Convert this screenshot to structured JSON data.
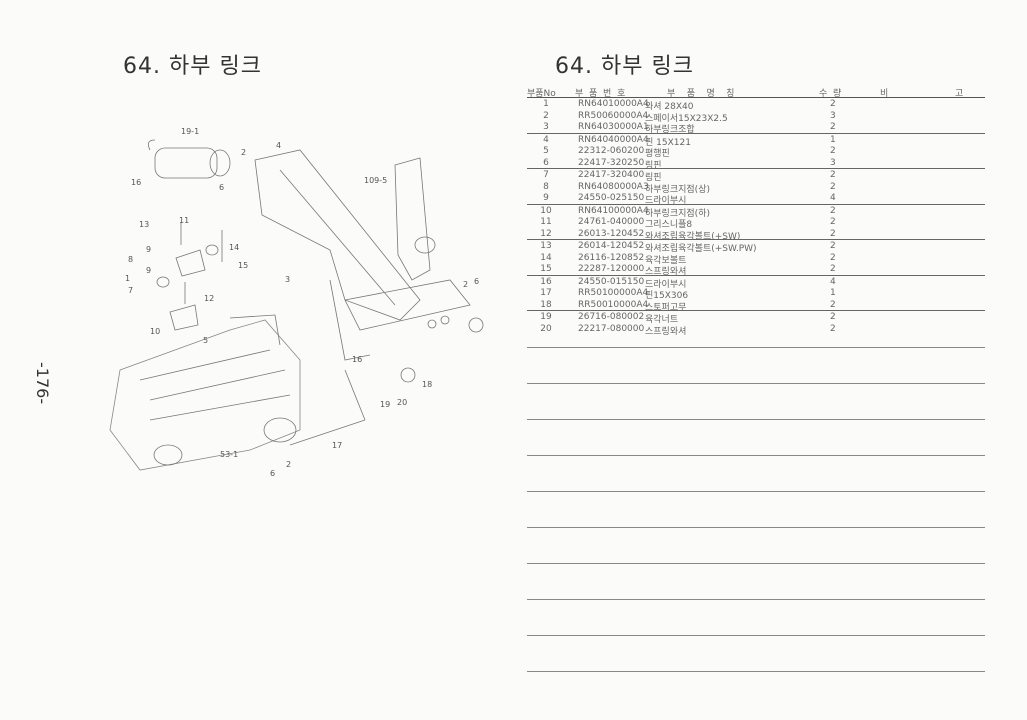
{
  "left_title": "64. 하부 링크",
  "right_title": "64. 하부 링크",
  "page_number": "-176-",
  "table": {
    "headers": [
      "부품No",
      "부  품  번  호",
      "부    품    명    칭",
      "수  량",
      "비",
      "고"
    ],
    "rows": [
      {
        "no": "1",
        "part": "RN64010000A4",
        "name": "와셔 28X40",
        "qty": "2"
      },
      {
        "no": "2",
        "part": "RR50060000A4",
        "name": "스페이서15X23X2.5",
        "qty": "3"
      },
      {
        "no": "3",
        "part": "RN64030000A1",
        "name": "하부링크조합",
        "qty": "2"
      },
      {
        "no": "4",
        "part": "RN64040000A4",
        "name": "핀 15X121",
        "qty": "1"
      },
      {
        "no": "5",
        "part": "22312-060200",
        "name": "평행핀",
        "qty": "2"
      },
      {
        "no": "6",
        "part": "22417-320250",
        "name": "링핀",
        "qty": "3"
      },
      {
        "no": "7",
        "part": "22417-320400",
        "name": "링핀",
        "qty": "2"
      },
      {
        "no": "8",
        "part": "RN64080000A3",
        "name": "하부링크지점(상)",
        "qty": "2"
      },
      {
        "no": "9",
        "part": "24550-025150",
        "name": "드라이부시",
        "qty": "4"
      },
      {
        "no": "10",
        "part": "RN64100000A4",
        "name": "하부링크지점(하)",
        "qty": "2"
      },
      {
        "no": "11",
        "part": "24761-040000",
        "name": "그리스니플8",
        "qty": "2"
      },
      {
        "no": "12",
        "part": "26013-120452",
        "name": "와셔조립육각볼트(+SW)",
        "qty": "2"
      },
      {
        "no": "13",
        "part": "26014-120452",
        "name": "와셔조립육각볼트(+SW.PW)",
        "qty": "2"
      },
      {
        "no": "14",
        "part": "26116-120852",
        "name": "육각보볼트",
        "qty": "2"
      },
      {
        "no": "15",
        "part": "22287-120000",
        "name": "스프링와셔",
        "qty": "2"
      },
      {
        "no": "16",
        "part": "24550-015150",
        "name": "드라이부시",
        "qty": "4"
      },
      {
        "no": "17",
        "part": "RR50100000A4",
        "name": "핀15X306",
        "qty": "1"
      },
      {
        "no": "18",
        "part": "RR50010000A4",
        "name": "스토퍼고무",
        "qty": "2"
      },
      {
        "no": "19",
        "part": "26716-080002",
        "name": "육각너트",
        "qty": "2"
      },
      {
        "no": "20",
        "part": "22217-080000",
        "name": "스프링와셔",
        "qty": "2"
      }
    ]
  },
  "diagram": {
    "callouts": [
      "19-1",
      "16",
      "2",
      "6",
      "4",
      "109-5",
      "13",
      "11",
      "14",
      "9",
      "8",
      "9",
      "15",
      "1",
      "7",
      "12",
      "3",
      "2",
      "6",
      "10",
      "5",
      "16",
      "18",
      "19",
      "20",
      "17",
      "53-1",
      "2",
      "6"
    ]
  }
}
